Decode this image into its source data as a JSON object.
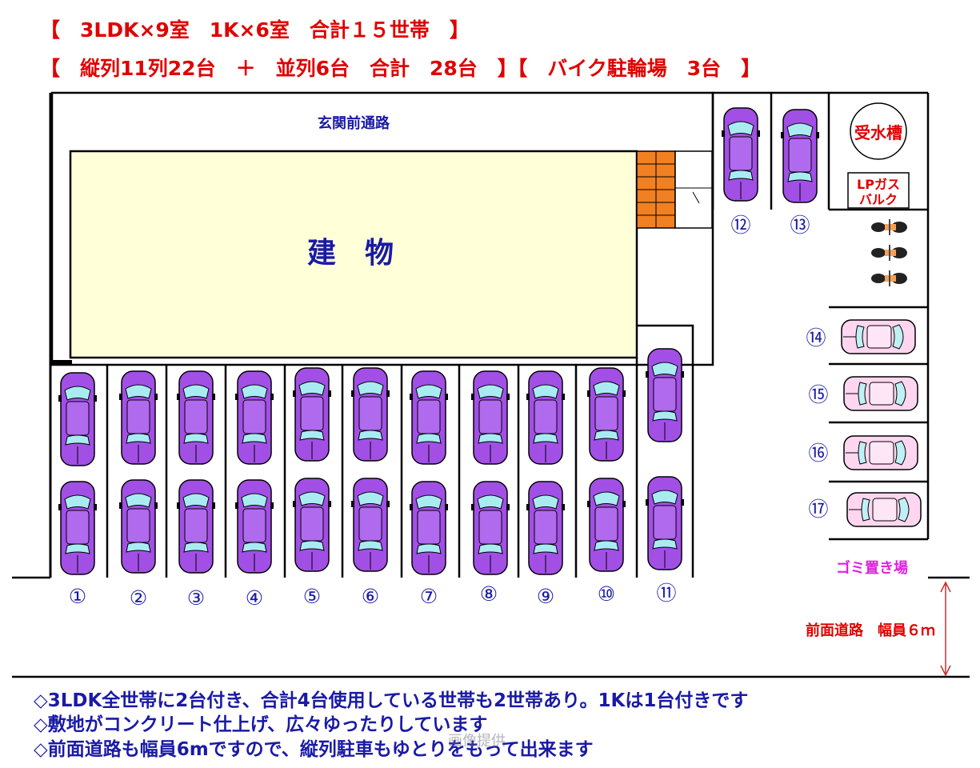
{
  "header": {
    "line1": "【　3LDK×9室　1K×6室　合計１５世帯　】",
    "line2": "【　縦列11列22台　＋　並列6台　合計　28台　】【　バイク駐輪場　3台　】"
  },
  "labels": {
    "entrance_path": "玄関前通路",
    "building": "建　物",
    "water_tank": "受水槽",
    "lp_gas_line1": "LPガス",
    "lp_gas_line2": "バルク",
    "garbage": "ゴミ置き場",
    "front_road": "前面道路　幅員６ｍ"
  },
  "spaces": [
    "①",
    "②",
    "③",
    "④",
    "⑤",
    "⑥",
    "⑦",
    "⑧",
    "⑨",
    "⑩",
    "⑪",
    "⑫",
    "⑬",
    "⑭",
    "⑮",
    "⑯",
    "⑰"
  ],
  "notes": [
    "◇3LDK全世帯に2台付き、合計4台使用している世帯も2世帯あり。1Kは1台付きです",
    "◇敷地がコンクリート仕上げ、広々ゆったりしています",
    "◇前面道路も幅員6mですので、縦列駐車もゆとりをもって出来ます"
  ],
  "watermark": "画像提供",
  "colors": {
    "header_red": "#e00000",
    "label_blue": "#1a1aa6",
    "building_fill": "#ffffd8",
    "car_purple": "#a24fe6",
    "car_pink": "#ffd6f0",
    "garbage_magenta": "#e020e0",
    "stair_orange": "#f08020"
  }
}
